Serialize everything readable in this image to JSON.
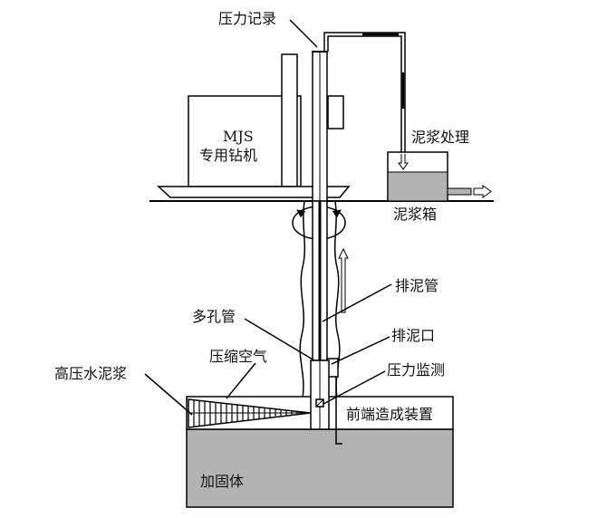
{
  "labels": {
    "pressure_record": "压力记录",
    "machine_line1": "MJS",
    "machine_line2": "专用钻机",
    "slurry_treatment": "泥浆处理",
    "slurry_tank": "泥浆箱",
    "discharge_pipe": "排泥管",
    "multi_hole_pipe": "多孔管",
    "discharge_port": "排泥口",
    "compressed_air": "压缩空气",
    "high_pressure_slurry": "高压水泥浆",
    "pressure_monitor": "压力监测",
    "front_device": "前端造成装置",
    "reinforced_body": "加固体"
  },
  "colors": {
    "ground_fill": "#b3b3b3",
    "slurry_fill": "#b3b3b3",
    "line": "#000000"
  }
}
